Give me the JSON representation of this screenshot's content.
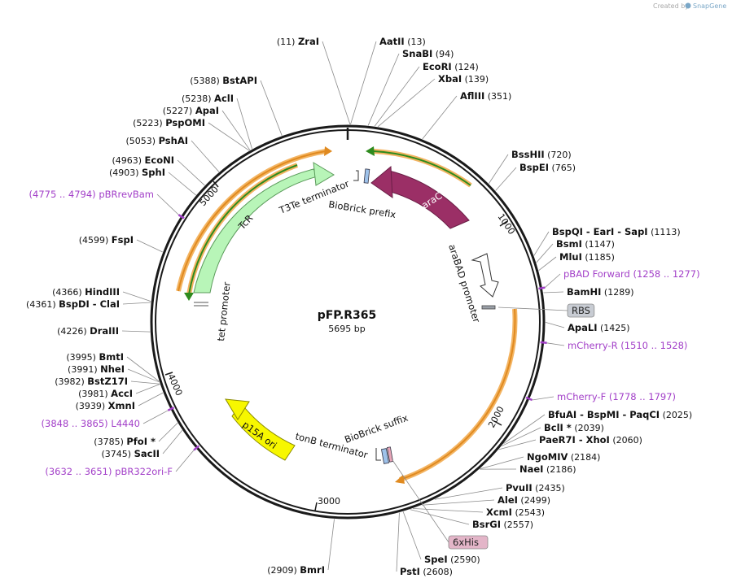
{
  "app": {
    "credit_prefix": "Created by",
    "credit_brand": "SnapGene",
    "colors": {
      "backbone": "#1a1a1a",
      "primer": "#a23fc8",
      "orf_outline": "#ffb347",
      "green_outline": "#2e8b1e"
    }
  },
  "plasmid": {
    "name": "pFP.R365",
    "size_label": "5695 bp",
    "length_bp": 5695,
    "ticks": [
      {
        "label": "1000",
        "bp": 1000
      },
      {
        "label": "2000",
        "bp": 2000
      },
      {
        "label": "3000",
        "bp": 3000
      },
      {
        "label": "4000",
        "bp": 4000
      },
      {
        "label": "5000",
        "bp": 5000
      }
    ]
  },
  "sites": [
    {
      "name": "ZraI",
      "pos": "(11)",
      "bp": 11,
      "side": "left"
    },
    {
      "name": "AatII",
      "pos": "(13)",
      "bp": 13,
      "side": "right"
    },
    {
      "name": "SnaBI",
      "pos": "(94)",
      "bp": 94,
      "side": "right"
    },
    {
      "name": "EcoRI",
      "pos": "(124)",
      "bp": 124,
      "side": "right"
    },
    {
      "name": "XbaI",
      "pos": "(139)",
      "bp": 139,
      "side": "right"
    },
    {
      "name": "AflIII",
      "pos": "(351)",
      "bp": 351,
      "side": "right"
    },
    {
      "name": "BssHII",
      "pos": "(720)",
      "bp": 720,
      "side": "right"
    },
    {
      "name": "BspEI",
      "pos": "(765)",
      "bp": 765,
      "side": "right"
    },
    {
      "name": "BspQI  - EarI  - SapI",
      "pos": "(1113)",
      "bp": 1113,
      "side": "right"
    },
    {
      "name": "BsmI",
      "pos": "(1147)",
      "bp": 1147,
      "side": "right"
    },
    {
      "name": "MluI",
      "pos": "(1185)",
      "bp": 1185,
      "side": "right"
    },
    {
      "name": "BamHI",
      "pos": "(1289)",
      "bp": 1289,
      "side": "right"
    },
    {
      "name": "ApaLI",
      "pos": "(1425)",
      "bp": 1425,
      "side": "right"
    },
    {
      "name": "BfuAI  - BspMI  - PaqCI",
      "pos": "(2025)",
      "bp": 2025,
      "side": "right"
    },
    {
      "name": "BclI *",
      "pos": "(2039)",
      "bp": 2039,
      "side": "right"
    },
    {
      "name": "PaeR7I  - XhoI",
      "pos": "(2060)",
      "bp": 2060,
      "side": "right"
    },
    {
      "name": "NgoMIV",
      "pos": "(2184)",
      "bp": 2184,
      "side": "right"
    },
    {
      "name": "NaeI",
      "pos": "(2186)",
      "bp": 2186,
      "side": "right"
    },
    {
      "name": "PvuII",
      "pos": "(2435)",
      "bp": 2435,
      "side": "right"
    },
    {
      "name": "AleI",
      "pos": "(2499)",
      "bp": 2499,
      "side": "right"
    },
    {
      "name": "XcmI",
      "pos": "(2543)",
      "bp": 2543,
      "side": "right"
    },
    {
      "name": "BsrGI",
      "pos": "(2557)",
      "bp": 2557,
      "side": "right"
    },
    {
      "name": "SpeI",
      "pos": "(2590)",
      "bp": 2590,
      "side": "right"
    },
    {
      "name": "PstI",
      "pos": "(2608)",
      "bp": 2608,
      "side": "right"
    },
    {
      "name": "BmrI",
      "pos": "(2909)",
      "bp": 2909,
      "side": "left"
    },
    {
      "name": "SacII",
      "pos": "(3745)",
      "bp": 3745,
      "side": "left"
    },
    {
      "name": "PfoI *",
      "pos": "(3785)",
      "bp": 3785,
      "side": "left"
    },
    {
      "name": "XmnI",
      "pos": "(3939)",
      "bp": 3939,
      "side": "left"
    },
    {
      "name": "AccI",
      "pos": "(3981)",
      "bp": 3981,
      "side": "left"
    },
    {
      "name": "BstZ17I",
      "pos": "(3982)",
      "bp": 3982,
      "side": "left"
    },
    {
      "name": "NheI",
      "pos": "(3991)",
      "bp": 3991,
      "side": "left"
    },
    {
      "name": "BmtI",
      "pos": "(3995)",
      "bp": 3995,
      "side": "left"
    },
    {
      "name": "DraIII",
      "pos": "(4226)",
      "bp": 4226,
      "side": "left"
    },
    {
      "name": "BspDI  - ClaI",
      "pos": "(4361)",
      "bp": 4361,
      "side": "left"
    },
    {
      "name": "HindIII",
      "pos": "(4366)",
      "bp": 4366,
      "side": "left"
    },
    {
      "name": "FspI",
      "pos": "(4599)",
      "bp": 4599,
      "side": "left"
    },
    {
      "name": "SphI",
      "pos": "(4903)",
      "bp": 4903,
      "side": "left"
    },
    {
      "name": "EcoNI",
      "pos": "(4963)",
      "bp": 4963,
      "side": "left"
    },
    {
      "name": "PshAI",
      "pos": "(5053)",
      "bp": 5053,
      "side": "left"
    },
    {
      "name": "PspOMI",
      "pos": "(5223)",
      "bp": 5223,
      "side": "left"
    },
    {
      "name": "ApaI",
      "pos": "(5227)",
      "bp": 5227,
      "side": "left"
    },
    {
      "name": "AclI",
      "pos": "(5238)",
      "bp": 5238,
      "side": "left"
    },
    {
      "name": "BstAPI",
      "pos": "(5388)",
      "bp": 5388,
      "side": "left"
    }
  ],
  "primers": [
    {
      "name": "pBAD Forward",
      "range": "(1258 .. 1277)",
      "bp": 1267,
      "side": "right"
    },
    {
      "name": "mCherry-R",
      "range": "(1510 .. 1528)",
      "bp": 1519,
      "side": "right"
    },
    {
      "name": "mCherry-F",
      "range": "(1778 .. 1797)",
      "bp": 1787,
      "side": "right"
    },
    {
      "name": "L4440",
      "range": "(3848 .. 3865)",
      "bp": 3856,
      "side": "left"
    },
    {
      "name": "pBR322ori-F",
      "range": "(3632 .. 3651)",
      "bp": 3641,
      "side": "left"
    },
    {
      "name": "pBRrevBam",
      "range": "(4775 .. 4794)",
      "bp": 4784,
      "side": "left"
    }
  ],
  "features": [
    {
      "name": "araC",
      "color": "#9b2f66"
    },
    {
      "name": "araBAD promoter",
      "color": "#ffffff"
    },
    {
      "name": "BioBrick prefix",
      "color": "#9ec2ea"
    },
    {
      "name": "T3Te terminator",
      "color": "#ffffff"
    },
    {
      "name": "TcR",
      "color": "#b8f5b8"
    },
    {
      "name": "tet promoter",
      "color": "#ffffff"
    },
    {
      "name": "p15A ori",
      "color": "#f7f700"
    },
    {
      "name": "tonB terminator",
      "color": "#ffffff"
    },
    {
      "name": "BioBrick suffix",
      "color": "#9ec2ea"
    }
  ],
  "chips": [
    {
      "name": "RBS",
      "bg": "#c8ccd3"
    },
    {
      "name": "6xHis",
      "bg": "#e3b5c8"
    }
  ]
}
